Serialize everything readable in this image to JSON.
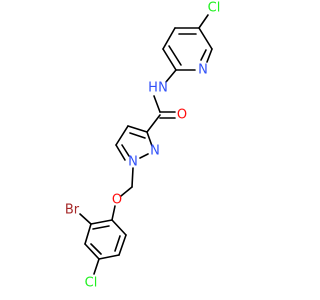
{
  "colors": {
    "carbon_bond": "#000000",
    "nitrogen": "#3050F8",
    "oxygen": "#FF0D0D",
    "chlorine": "#1FF01F",
    "bromine": "#A62929",
    "background": "#ffffff"
  },
  "atom_labels": {
    "cl_pyridine": "Cl",
    "n_pyridine": "N",
    "n_amide": "N",
    "h_amide": "H",
    "o_carbonyl": "O",
    "n_pyrazole_1": "N",
    "n_pyrazole_2": "N",
    "o_ether": "O",
    "br": "Br",
    "cl_phenyl": "Cl"
  }
}
